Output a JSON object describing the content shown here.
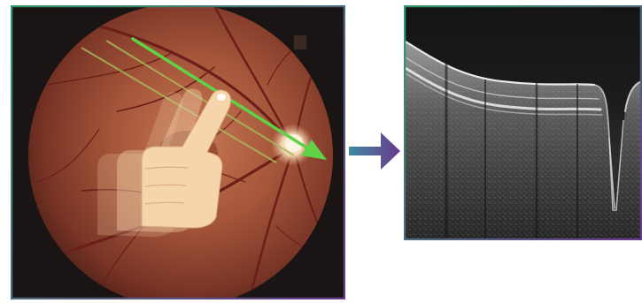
{
  "figure": {
    "panels": [
      {
        "id": "fundus",
        "content": "fundus-photograph",
        "gesture": "swipe-finger"
      },
      {
        "id": "oct",
        "content": "oct-cross-section"
      }
    ],
    "connector": "right-arrow"
  },
  "colors": {
    "fundus_frame_gradient": [
      "#2f9a6a",
      "#6a3a8c"
    ],
    "oct_frame_gradient": [
      "#2f9a6a",
      "#6a3a8c"
    ],
    "swipe_arrow": "#5fd246",
    "swipe_guide_lines": "#a9b85a",
    "connector_arrow_start": "#3f8aa0",
    "connector_arrow_end": "#6a3a8c",
    "retina_base": "#a4553a",
    "optic_disc": "#f2d6b4",
    "hand_skin": "#f6d4ac"
  },
  "icons": [
    "hand-pointer-icon",
    "swipe-arrow-icon",
    "right-arrow-icon"
  ]
}
